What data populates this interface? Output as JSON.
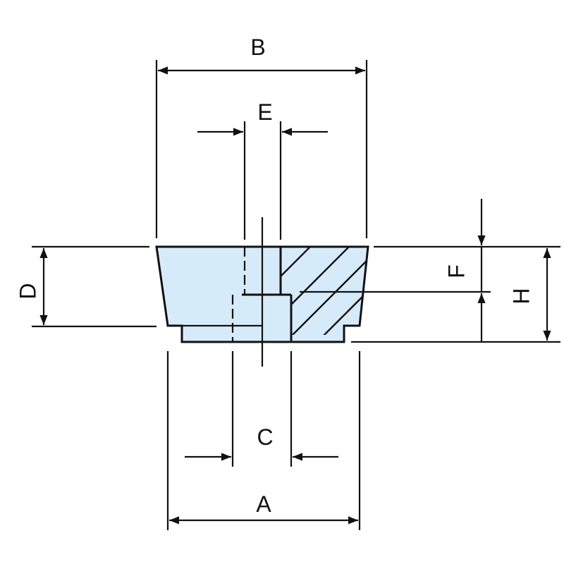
{
  "labels": {
    "a": "A",
    "b": "B",
    "c": "C",
    "d": "D",
    "e": "E",
    "f": "F",
    "h": "H"
  },
  "colors": {
    "part_fill": "#d6ebfa",
    "line": "#111111"
  }
}
